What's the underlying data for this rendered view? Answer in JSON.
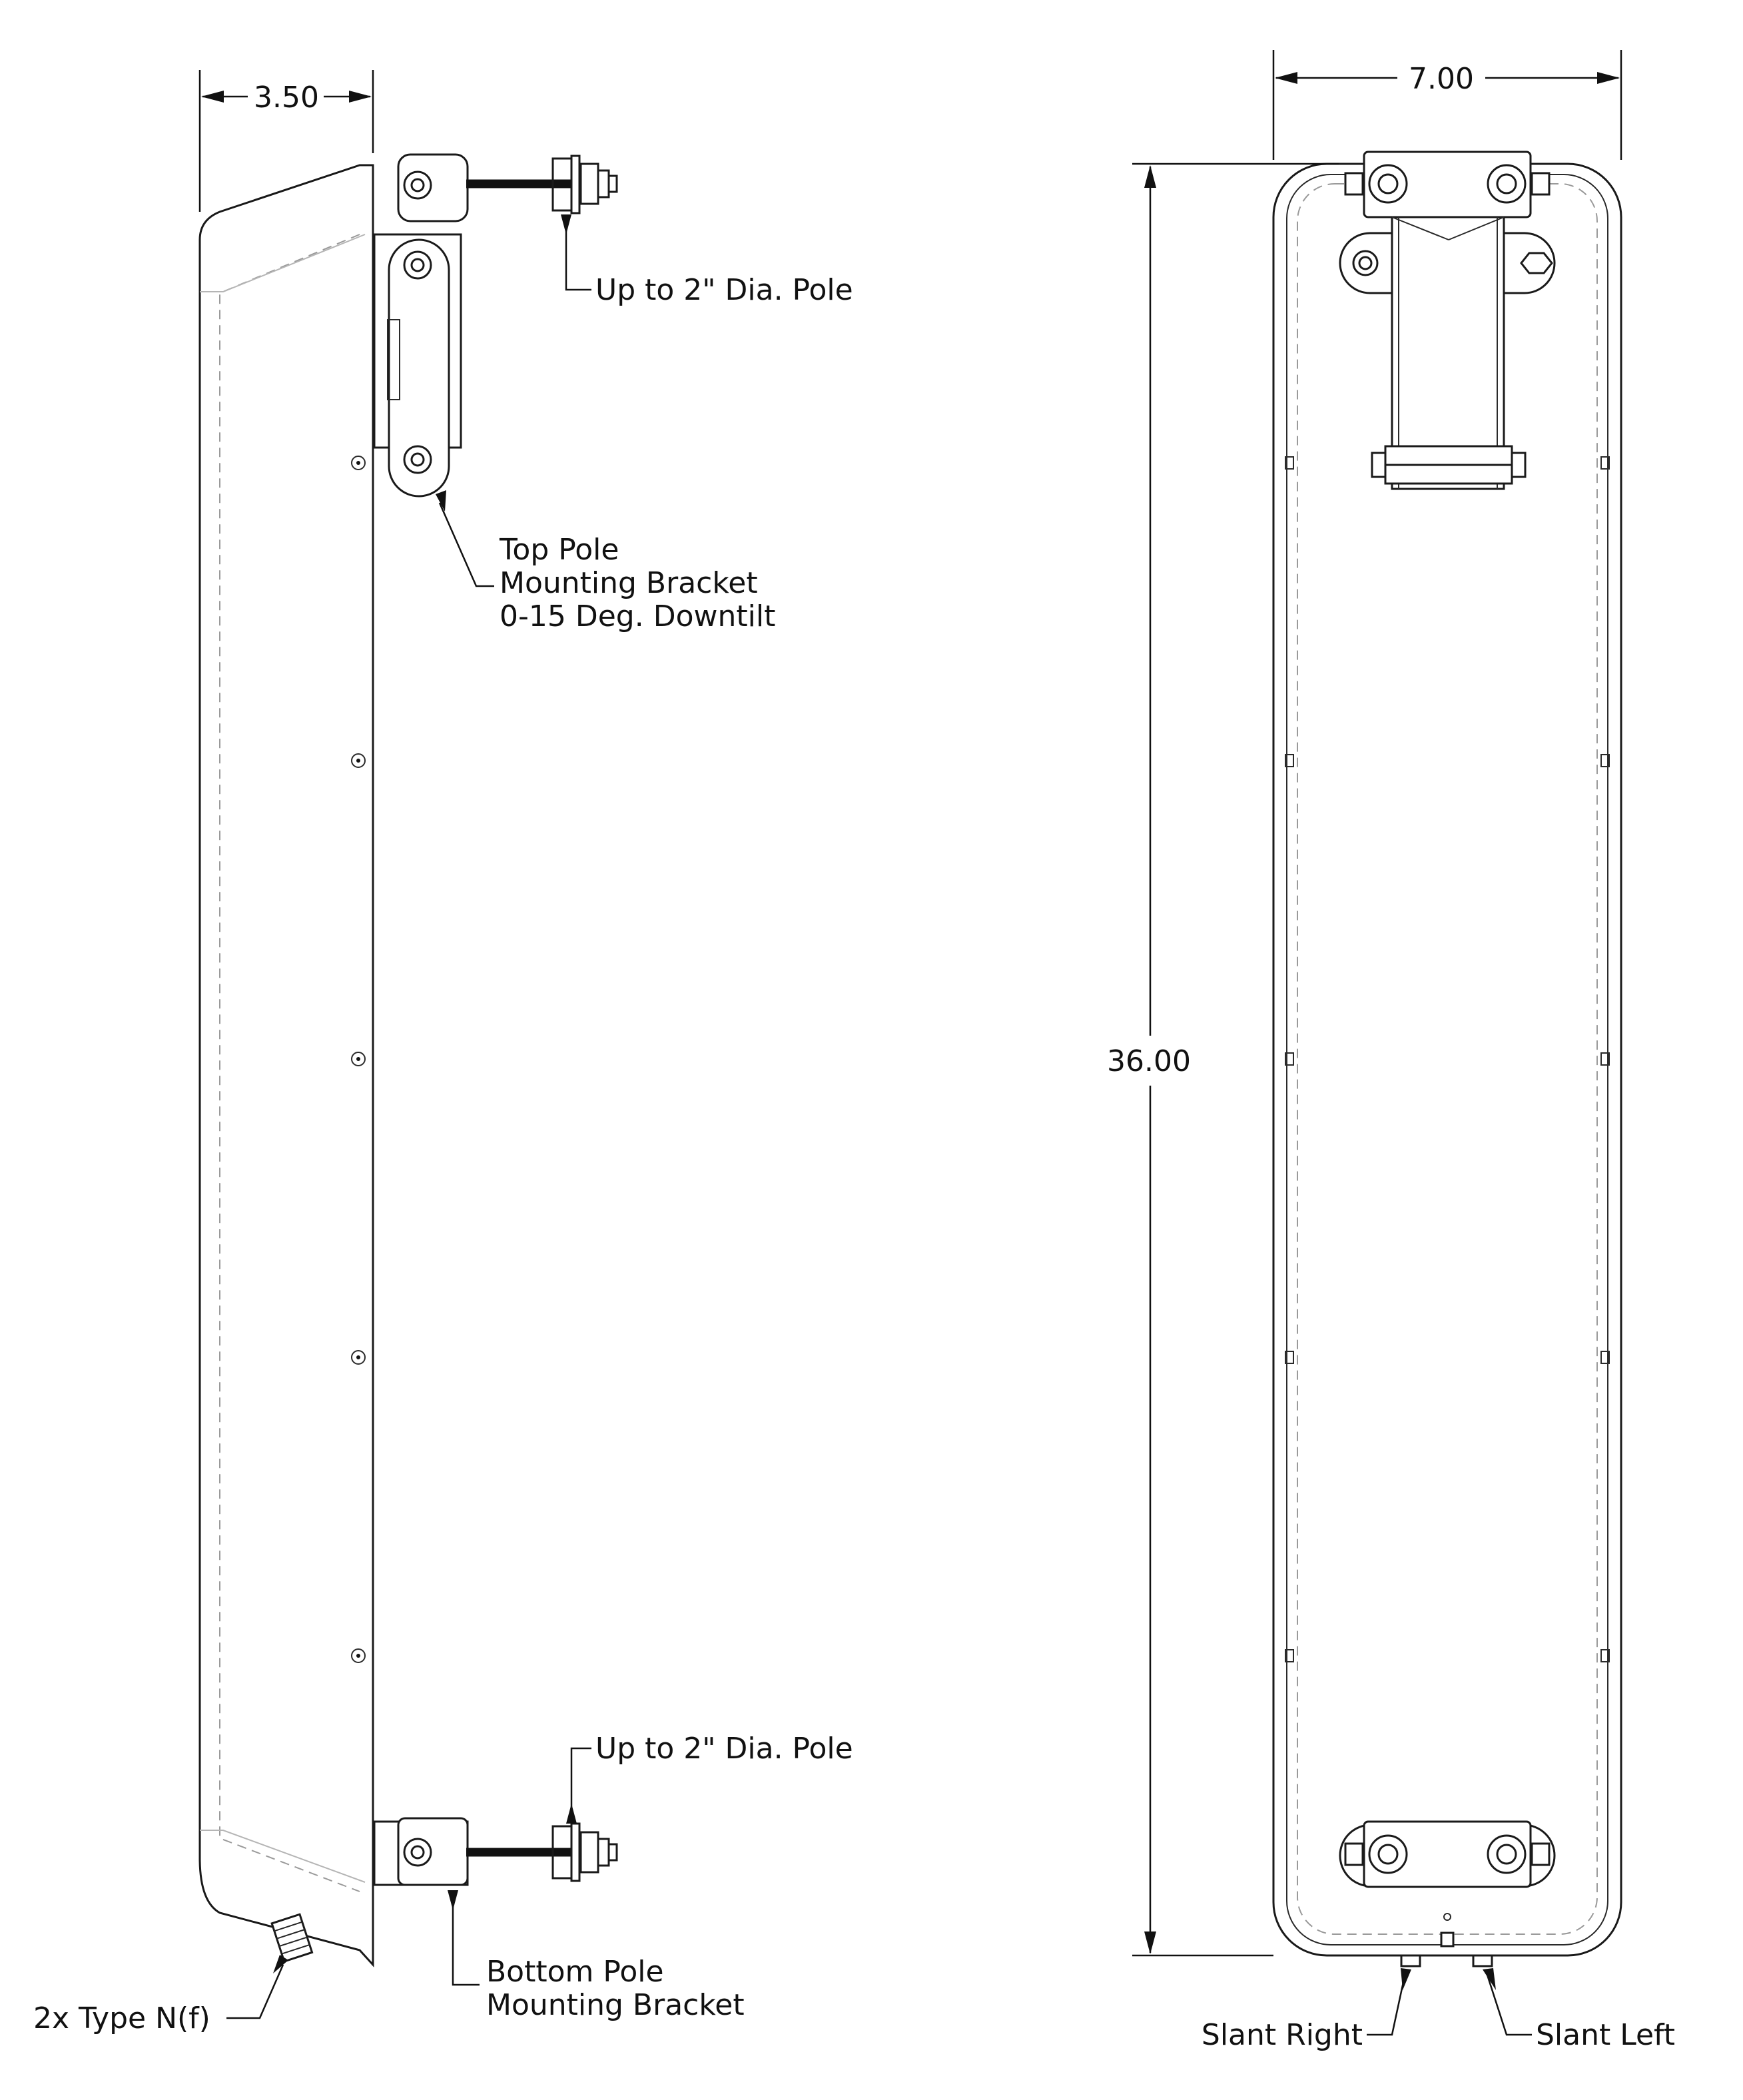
{
  "dimensions": {
    "depth": "3.50",
    "width": "7.00",
    "height": "36.00"
  },
  "callouts": {
    "top_pole": "Up to 2\" Dia. Pole",
    "bottom_pole": "Up to 2\" Dia. Pole",
    "top_bracket": [
      "Top Pole",
      "Mounting Bracket",
      "0-15 Deg. Downtilt"
    ],
    "bottom_bracket": [
      "Bottom Pole",
      "Mounting Bracket"
    ],
    "connectors": "2x Type N(f)",
    "slant_right": "Slant Right",
    "slant_left": "Slant Left"
  }
}
